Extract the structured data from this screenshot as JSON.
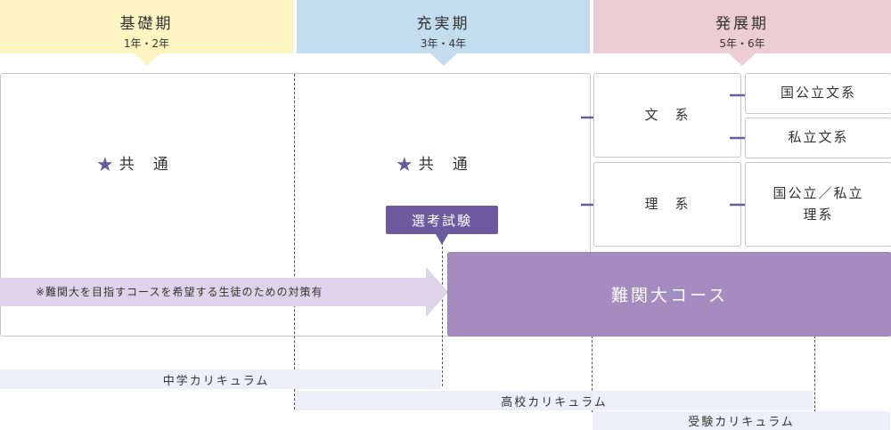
{
  "phases": [
    {
      "title": "基礎期",
      "years": "1年・2年",
      "color": "#fcf5c2",
      "arrow_color": "#fcf5c2"
    },
    {
      "title": "充実期",
      "years": "3年・4年",
      "color": "#c3ddef",
      "arrow_color": "#c3ddef"
    },
    {
      "title": "発展期",
      "years": "5年・6年",
      "color": "#ecccd5",
      "arrow_color": "#ecccd5"
    }
  ],
  "common": {
    "label_1": "共　通",
    "label_2": "共　通",
    "star": "★"
  },
  "tracks": {
    "bunkei": "文　系",
    "rikei": "理　系"
  },
  "paths": {
    "kokko_bun": "国公立文系",
    "shiritsu_bun": "私立文系",
    "kokko_shiritsu_ri_line1": "国公立／私立",
    "kokko_shiritsu_ri_line2": "理系"
  },
  "selection_exam": "選考試験",
  "elite_course": "難関大コース",
  "elite_note": "※難関大を目指すコースを希望する生徒のための対策有",
  "curricula": {
    "junior": "中学カリキュラム",
    "high": "高校カリキュラム",
    "exam": "受験カリキュラム"
  },
  "colors": {
    "accent_purple": "#6b5a9e",
    "elite_fill": "#a58cc0",
    "note_band": "#ddd3ea",
    "curriculum_band": "#eceff8"
  }
}
